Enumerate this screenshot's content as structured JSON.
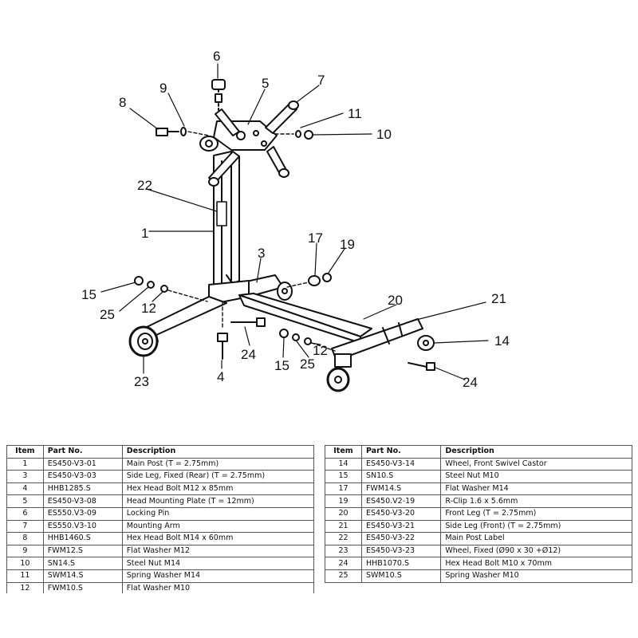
{
  "diagram": {
    "callouts": {
      "c1": "1",
      "c3": "3",
      "c4": "4",
      "c5": "5",
      "c6": "6",
      "c7": "7",
      "c8": "8",
      "c9": "9",
      "c10": "10",
      "c11": "11",
      "c12a": "12",
      "c12b": "12",
      "c14": "14",
      "c15a": "15",
      "c15b": "15",
      "c17": "17",
      "c19": "19",
      "c20": "20",
      "c21": "21",
      "c22": "22",
      "c23": "23",
      "c24a": "24",
      "c24b": "24",
      "c25a": "25",
      "c25b": "25"
    }
  },
  "table": {
    "headers": {
      "item": "Item",
      "part_no": "Part No.",
      "description": "Description"
    },
    "left_rows": [
      {
        "item": "1",
        "part_no": "ES450-V3-01",
        "description": "Main Post (T = 2.75mm)"
      },
      {
        "item": "3",
        "part_no": "ES450-V3-03",
        "description": "Side Leg, Fixed (Rear) (T = 2.75mm)"
      },
      {
        "item": "4",
        "part_no": "HHB1285.S",
        "description": "Hex Head Bolt M12 x 85mm"
      },
      {
        "item": "5",
        "part_no": "ES450-V3-08",
        "description": "Head Mounting Plate (T = 12mm)"
      },
      {
        "item": "6",
        "part_no": "ES550.V3-09",
        "description": "Locking Pin"
      },
      {
        "item": "7",
        "part_no": "ES550.V3-10",
        "description": "Mounting Arm"
      },
      {
        "item": "8",
        "part_no": "HHB1460.S",
        "description": "Hex Head Bolt M14 x 60mm"
      },
      {
        "item": "9",
        "part_no": "FWM12.S",
        "description": "Flat Washer M12"
      },
      {
        "item": "10",
        "part_no": "SN14.S",
        "description": "Steel Nut M14"
      },
      {
        "item": "11",
        "part_no": "SWM14.S",
        "description": "Spring Washer M14"
      },
      {
        "item": "12",
        "part_no": "FWM10.S",
        "description": "Flat Washer M10"
      }
    ],
    "right_rows": [
      {
        "item": "14",
        "part_no": "ES450-V3-14",
        "description": "Wheel, Front Swivel Castor"
      },
      {
        "item": "15",
        "part_no": "SN10.S",
        "description": "Steel Nut M10"
      },
      {
        "item": "17",
        "part_no": "FWM14.S",
        "description": "Flat Washer M14"
      },
      {
        "item": "19",
        "part_no": "ES450.V2-19",
        "description": "R-Clip 1.6 x 5.6mm"
      },
      {
        "item": "20",
        "part_no": "ES450-V3-20",
        "description": "Front Leg (T = 2.75mm)"
      },
      {
        "item": "21",
        "part_no": "ES450-V3-21",
        "description": "Side Leg (Front) (T = 2.75mm)"
      },
      {
        "item": "22",
        "part_no": "ES450-V3-22",
        "description": "Main Post Label"
      },
      {
        "item": "23",
        "part_no": "ES450-V3-23",
        "description": "Wheel, Fixed (Ø90 x 30 +Ø12)"
      },
      {
        "item": "24",
        "part_no": "HHB1070.S",
        "description": "Hex Head Bolt M10 x 70mm"
      },
      {
        "item": "25",
        "part_no": "SWM10.S",
        "description": "Spring Washer M10"
      }
    ]
  }
}
